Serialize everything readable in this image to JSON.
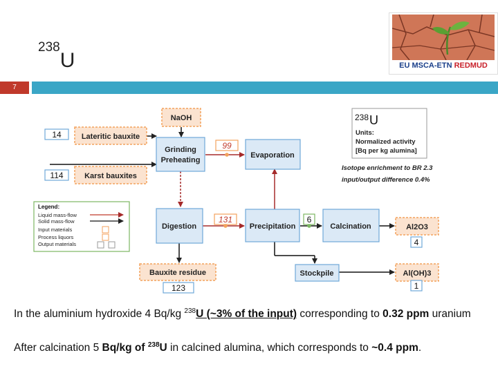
{
  "title": {
    "sup": "238",
    "main": "U"
  },
  "logo": {
    "text_blue": "EU MSCA-ETN ",
    "text_red": "REDMUD"
  },
  "slide_number": "7",
  "diagram": {
    "inputs": [
      {
        "value": "14",
        "label": "Lateritic bauxite"
      },
      {
        "value": "114",
        "label": "Karst bauxites"
      }
    ],
    "boxes": {
      "naoh": "NaOH",
      "grinding": [
        "Grinding",
        "Preheating"
      ],
      "evaporation": "Evaporation",
      "digestion": "Digestion",
      "precipitation": "Precipitation",
      "calcination": "Calcination",
      "stockpile": "Stockpile",
      "residue": "Bauxite residue",
      "al2o3": "Al2O3",
      "aloh3": "Al(OH)3"
    },
    "values": {
      "grinding_evap": "99",
      "digestion_precip": "131",
      "precip_calc": "6",
      "al2o3": "4",
      "aloh3": "1",
      "residue": "123"
    },
    "units_box": {
      "sup": "238",
      "main": "U",
      "lines": [
        "Units:",
        "Normalized activity",
        "[Bq per kg alumina]"
      ]
    },
    "notes": [
      "Isotope enrichment to BR 2.3",
      "input/output difference 0.4%"
    ],
    "legend": {
      "title": "Legend:",
      "items": [
        "Liquid mass-flow",
        "Solid mass-flow",
        "Input materials",
        "Process liquors",
        "Output materials"
      ]
    },
    "colors": {
      "input_orange": "#f3a25c",
      "liquid": "#c0392b",
      "box_blue": "#6fa8d8",
      "box_fill": "#dbe9f6",
      "output_fill": "#fbe3d0",
      "value_green": "#7bb661"
    }
  },
  "caption": {
    "line1_a": "In the aluminium hydroxide 4 Bq/kg ",
    "line1_sup": "238",
    "line1_b": "U (~3% of the input)",
    "line1_c": " corresponding to ",
    "line1_d": "0.32 ppm",
    "line1_e": " uranium",
    "line2_a": "After calcination 5 ",
    "line2_b": "Bq/kg of ",
    "line2_sup": "238",
    "line2_c": "U",
    "line2_d": " in calcined alumina, which corresponds to ",
    "line2_e": "~0.4 ppm",
    "line2_f": "."
  }
}
